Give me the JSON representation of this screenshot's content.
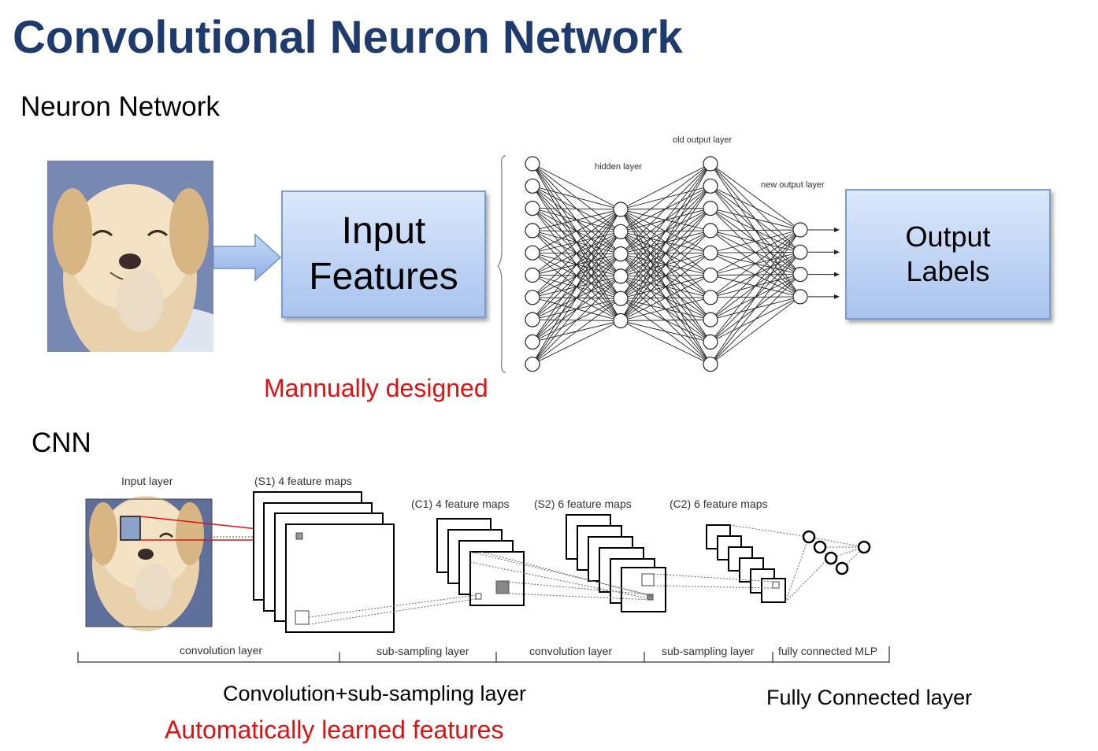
{
  "title": "Convolutional Neuron Network",
  "section_nn": "Neuron Network",
  "section_cnn": "CNN",
  "input_box": {
    "line1": "Input",
    "line2": "Features"
  },
  "output_box": {
    "line1": "Output",
    "line2": "Labels"
  },
  "nn_labels": {
    "hidden": "hidden layer",
    "old_output": "old output layer",
    "new_output": "new output layer"
  },
  "nn_layers": [
    10,
    6,
    10,
    4
  ],
  "manual_note": "Mannually designed",
  "cnn_labels": {
    "input_layer": "Input layer",
    "s1": "(S1) 4 feature maps",
    "c1": "(C1) 4 feature maps",
    "s2": "(S2) 6 feature maps",
    "c2": "(C2) 6 feature maps"
  },
  "cnn_stages": [
    "convolution layer",
    "sub-sampling layer",
    "convolution layer",
    "sub-sampling layer",
    "fully connected MLP"
  ],
  "caption_conv": "Convolution+sub-sampling layer",
  "caption_fc": "Fully Connected layer",
  "auto_note": "Automatically learned features",
  "colors": {
    "title": "#1f3b6e",
    "note": "#e01010",
    "box_border": "#7b9cd0"
  }
}
